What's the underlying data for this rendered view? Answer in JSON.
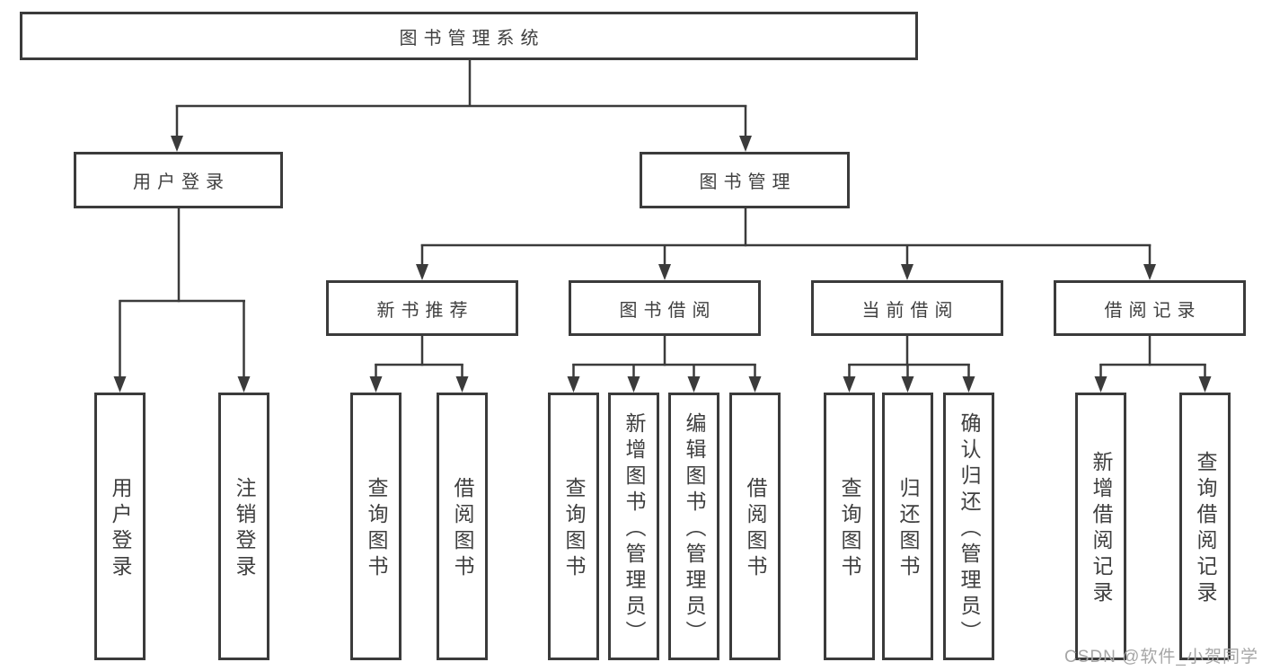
{
  "colors": {
    "background": "#ffffff",
    "line": "#3b3b3b",
    "box_border": "#3b3b3b",
    "text": "#3f3f3f",
    "watermark": "#a6a6a6"
  },
  "diagram": {
    "root": {
      "label": "图书管理系统"
    },
    "level2": [
      {
        "label": "用户登录"
      },
      {
        "label": "图书管理"
      }
    ],
    "level3": [
      {
        "label": "新书推荐",
        "parent": "图书管理"
      },
      {
        "label": "图书借阅",
        "parent": "图书管理"
      },
      {
        "label": "当前借阅",
        "parent": "图书管理"
      },
      {
        "label": "借阅记录",
        "parent": "图书管理"
      }
    ],
    "leaves": [
      {
        "label": "用户登录",
        "parent": "用户登录"
      },
      {
        "label": "注销登录",
        "parent": "用户登录"
      },
      {
        "label": "查询图书",
        "parent": "新书推荐"
      },
      {
        "label": "借阅图书",
        "parent": "新书推荐"
      },
      {
        "label": "查询图书",
        "parent": "图书借阅"
      },
      {
        "label": "新增图书（管理员）",
        "parent": "图书借阅"
      },
      {
        "label": "编辑图书（管理员）",
        "parent": "图书借阅"
      },
      {
        "label": "借阅图书",
        "parent": "图书借阅"
      },
      {
        "label": "查询图书",
        "parent": "当前借阅"
      },
      {
        "label": "归还图书",
        "parent": "当前借阅"
      },
      {
        "label": "确认归还（管理员）",
        "parent": "当前借阅"
      },
      {
        "label": "新增借阅记录",
        "parent": "借阅记录"
      },
      {
        "label": "查询借阅记录",
        "parent": "借阅记录"
      }
    ]
  },
  "watermark": {
    "text": "CSDN @软件_小贺同学"
  }
}
